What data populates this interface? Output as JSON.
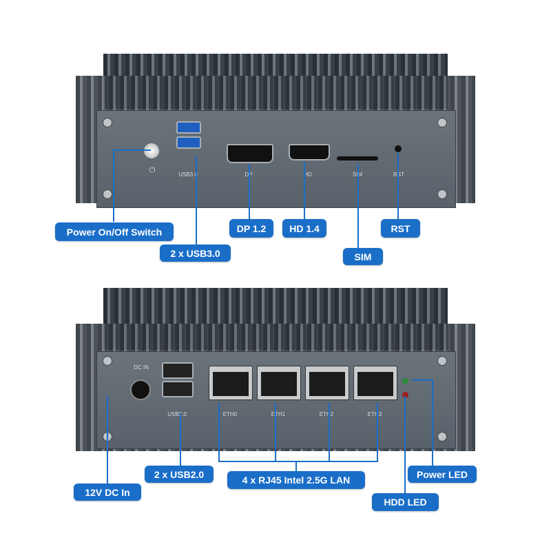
{
  "top_device": {
    "silkscreen": {
      "usb": "USB3.0",
      "dp": "DP",
      "hd": "HD",
      "sim": "SIM",
      "rst": "RST"
    },
    "callouts": {
      "power": "Power On/Off Switch",
      "usb": "2 x USB3.0",
      "dp": "DP 1.2",
      "hd": "HD 1.4",
      "sim": "SIM",
      "rst": "RST"
    }
  },
  "bottom_device": {
    "silkscreen": {
      "dc": "DC IN",
      "usb": "USB2.0",
      "eth": [
        "ETH0",
        "ETH1",
        "ETH2",
        "ETH3"
      ]
    },
    "callouts": {
      "dc": "12V DC In",
      "usb": "2 x USB2.0",
      "lan": "4 x RJ45 Intel 2.5G LAN",
      "hdd": "HDD LED",
      "power": "Power LED"
    }
  },
  "colors": {
    "callout": "#1a6ec8",
    "chassis": "#555d65"
  }
}
